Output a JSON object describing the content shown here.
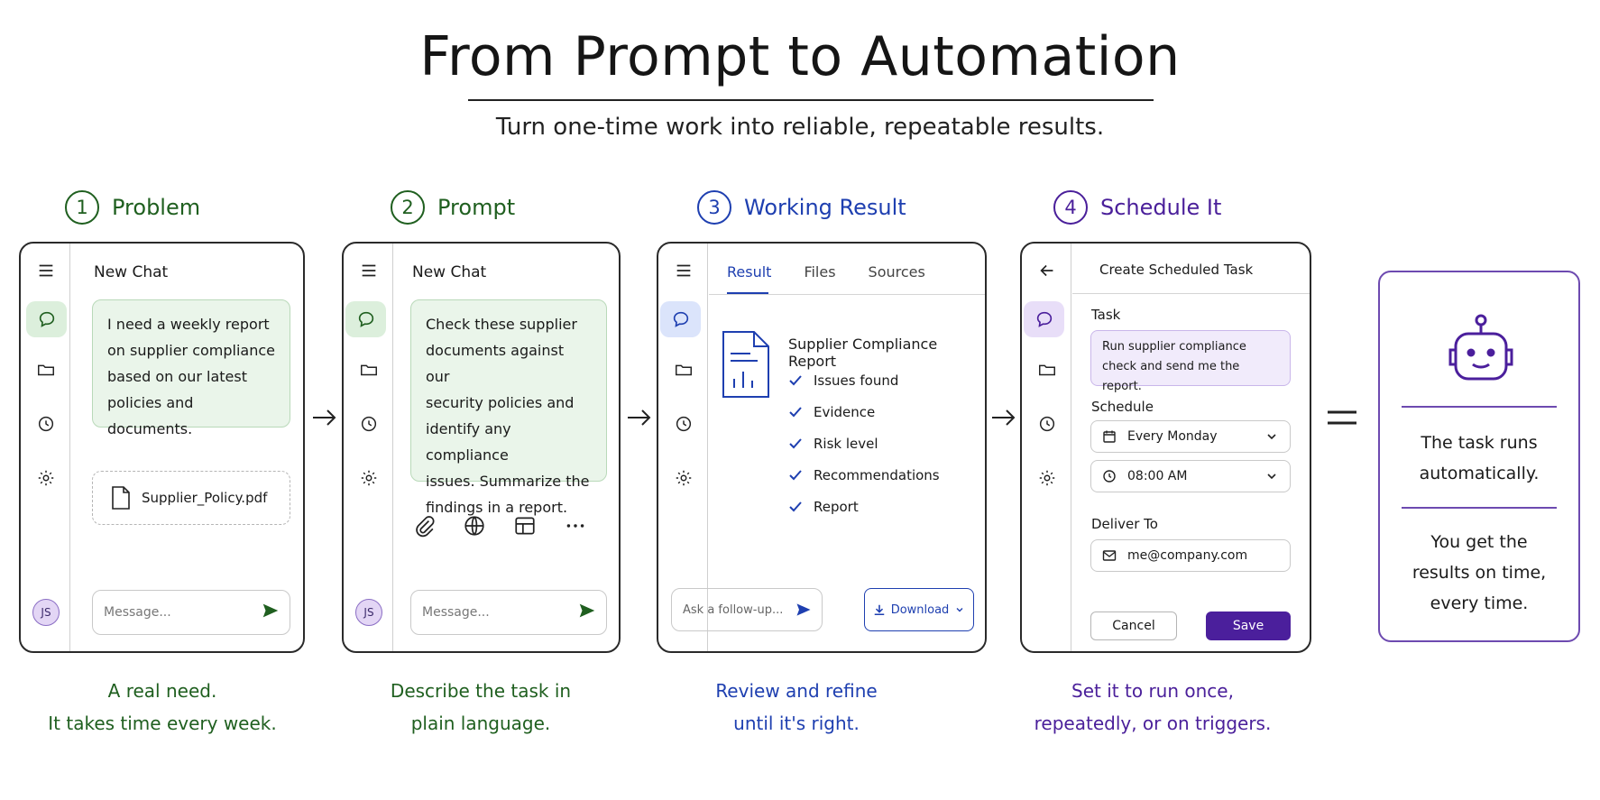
{
  "title": "From Prompt to Automation",
  "subtitle": "Turn one-time work into reliable, repeatable results.",
  "colors": {
    "green": "#1f5f1f",
    "blue": "#1e3fb0",
    "purple": "#4b1f9c"
  },
  "steps": [
    {
      "num": "1",
      "label": "Problem",
      "caption_line1": "A real need.",
      "caption_line2": "It takes time every week."
    },
    {
      "num": "2",
      "label": "Prompt",
      "caption_line1": "Describe the task in",
      "caption_line2": "plain language."
    },
    {
      "num": "3",
      "label": "Working Result",
      "caption_line1": "Review and refine",
      "caption_line2": "until it's right."
    },
    {
      "num": "4",
      "label": "Schedule It",
      "caption_line1": "Set it to run once,",
      "caption_line2": "repeatedly, or on triggers."
    }
  ],
  "panel1": {
    "chat_title": "New Chat",
    "message_lines": [
      "I need a weekly report",
      "on supplier compliance",
      "based on our latest",
      "policies and documents."
    ],
    "attachment": "Supplier_Policy.pdf",
    "input_placeholder": "Message...",
    "avatar": "JS"
  },
  "panel2": {
    "chat_title": "New Chat",
    "message_lines": [
      "Check these supplier",
      "documents against our",
      "security policies and",
      "identify any compliance",
      "issues. Summarize the",
      "findings in a report."
    ],
    "input_placeholder": "Message...",
    "avatar": "JS",
    "tools": [
      "paperclip-icon",
      "globe-icon",
      "table-icon",
      "more-icon"
    ]
  },
  "panel3": {
    "tabs": [
      "Result",
      "Files",
      "Sources"
    ],
    "report_title": "Supplier Compliance Report",
    "checklist": [
      "Issues found",
      "Evidence",
      "Risk level",
      "Recommendations",
      "Report"
    ],
    "followup_placeholder": "Ask a follow-up...",
    "download_label": "Download"
  },
  "panel4": {
    "title": "Create Scheduled Task",
    "task_label": "Task",
    "task_lines": [
      "Run supplier compliance",
      "check and send me the report."
    ],
    "schedule_label": "Schedule",
    "schedule_day": "Every Monday",
    "schedule_time": "08:00 AM",
    "deliver_label": "Deliver To",
    "deliver_email": "me@company.com",
    "cancel_label": "Cancel",
    "save_label": "Save"
  },
  "result": {
    "text1_lines": [
      "The task runs",
      "automatically."
    ],
    "text2_lines": [
      "You get the",
      "results on time,",
      "every time."
    ]
  }
}
